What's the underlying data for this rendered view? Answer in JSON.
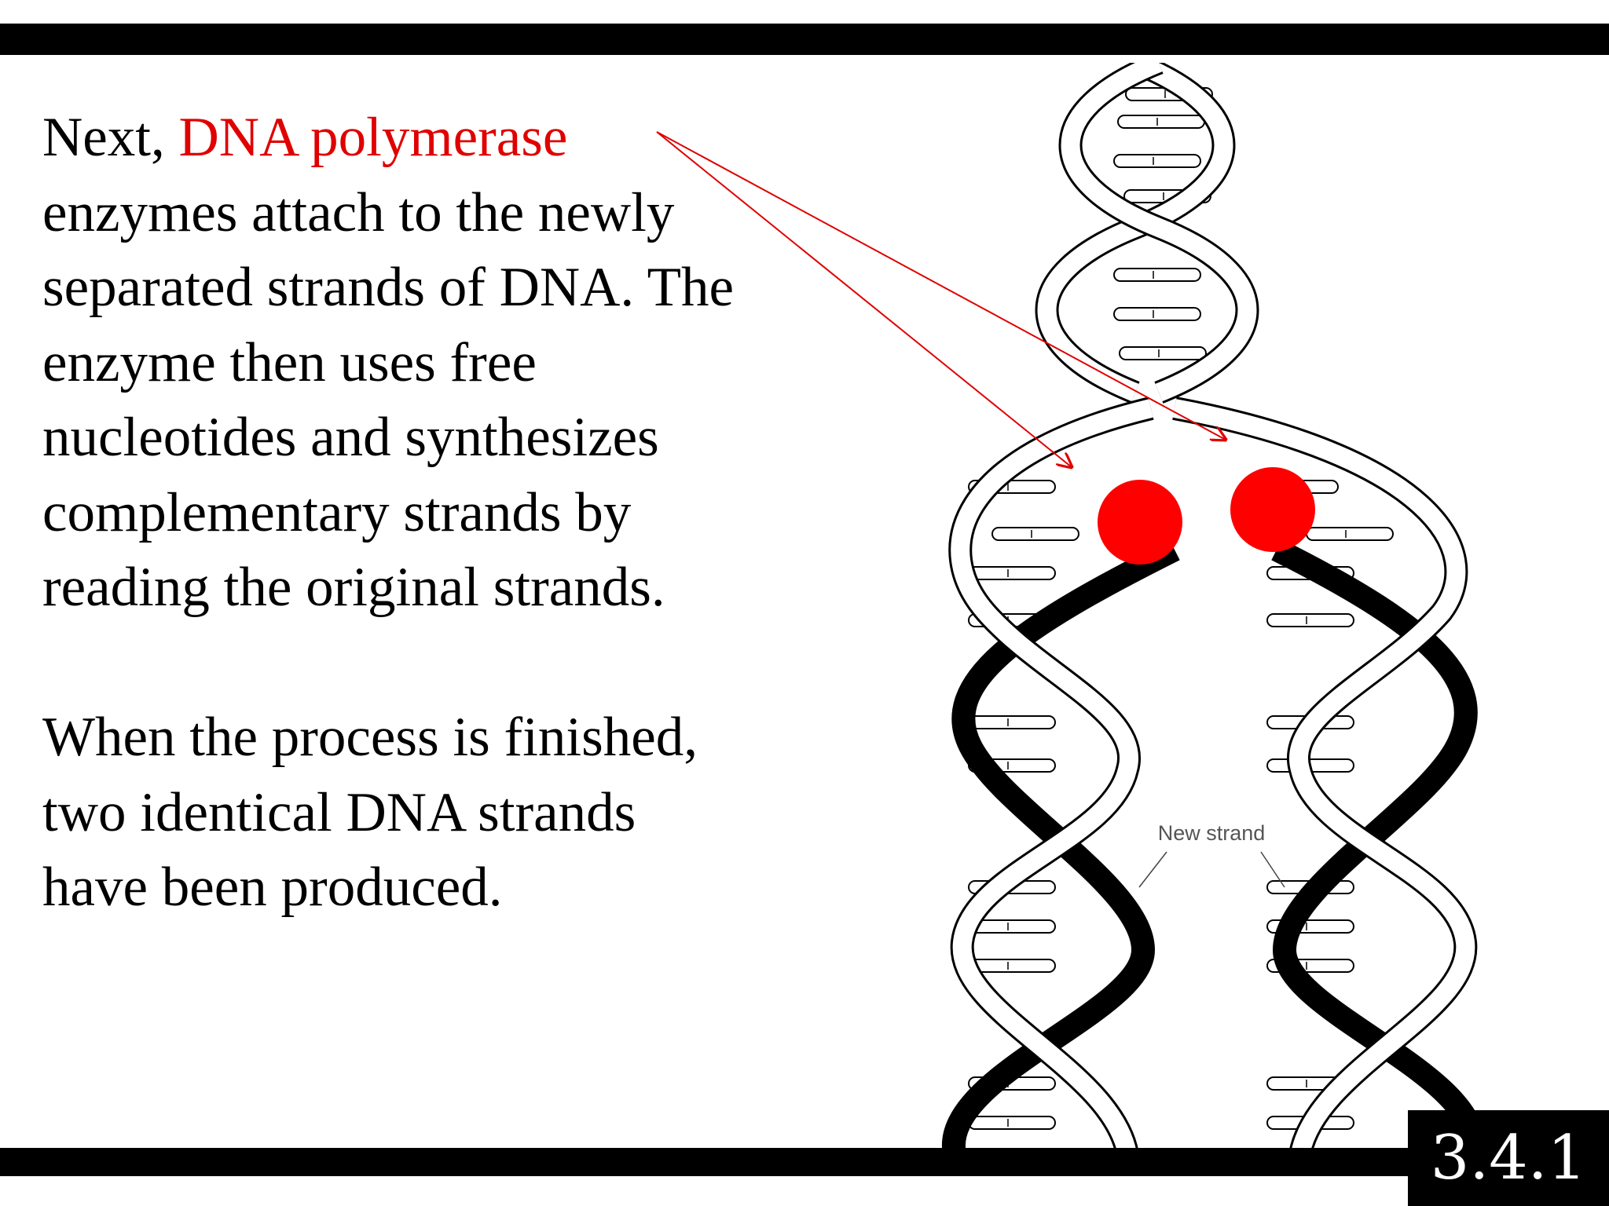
{
  "slide": {
    "number": "3.4.1",
    "accent_color": "#e00000"
  },
  "text": {
    "para1_prefix": "Next, ",
    "para1_highlight": "DNA polymerase",
    "para1_rest": " enzymes attach to the newly separated strands of DNA. The enzyme then uses free nucleotides and synthesizes complementary strands by reading the original strands.",
    "para2": "When the process is finished, two identical DNA strands have been produced."
  },
  "diagram": {
    "new_strand_label": "New strand",
    "enzyme_markers": [
      {
        "name": "polymerase-marker-left",
        "color": "#ff0000"
      },
      {
        "name": "polymerase-marker-right",
        "color": "#ff0000"
      }
    ]
  }
}
